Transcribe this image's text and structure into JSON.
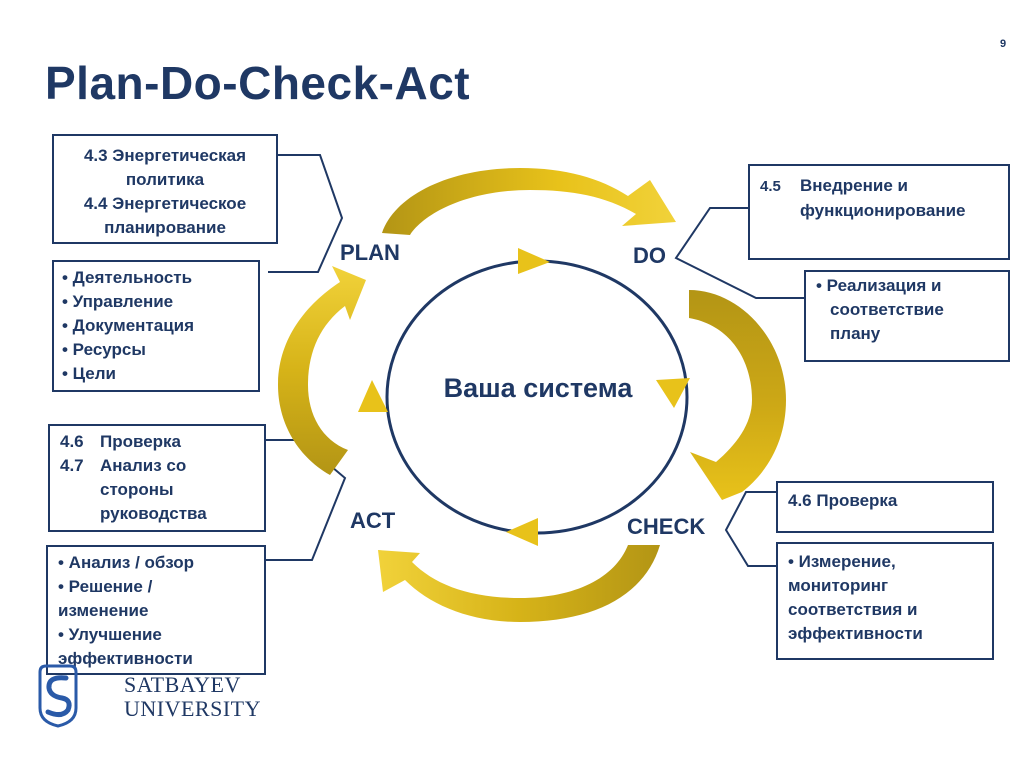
{
  "page_number": "9",
  "title": "Plan-Do-Check-Act",
  "center_label": "Ваша система",
  "stages": {
    "plan": "PLAN",
    "do": "DO",
    "check": "CHECK",
    "act": "ACT"
  },
  "boxes": {
    "plan_top": [
      "4.3 Энергетическая",
      "политика",
      "4.4 Энергетическое",
      "планирование"
    ],
    "plan_bullets": [
      "• Деятельность",
      "• Управление",
      "• Документация",
      "• Ресурсы",
      "• Цели"
    ],
    "do_top": {
      "number": "4.5",
      "lines": [
        "Внедрение и",
        "функционирование"
      ]
    },
    "do_bullets": [
      "• Реализация и",
      "соответствие",
      "плану"
    ],
    "act_top": {
      "number1": "4.6",
      "text1": "Проверка",
      "number2": "4.7",
      "text2": "Анализ со",
      "lines": [
        "стороны",
        "руководства"
      ]
    },
    "act_bullets": [
      "• Анализ / обзор",
      "• Решение /",
      "изменение",
      "• Улучшение",
      "эффективности"
    ],
    "check_top": "4.6  Проверка",
    "check_bullets": [
      "• Измерение,",
      "мониторинг",
      "соответствия и",
      "эффективности"
    ]
  },
  "logo": {
    "line1": "SATBAYEV",
    "line2": "UNIVERSITY"
  },
  "colors": {
    "navy": "#1f3864",
    "gold": "#e8c21a",
    "gold_dark": "#b39515"
  }
}
